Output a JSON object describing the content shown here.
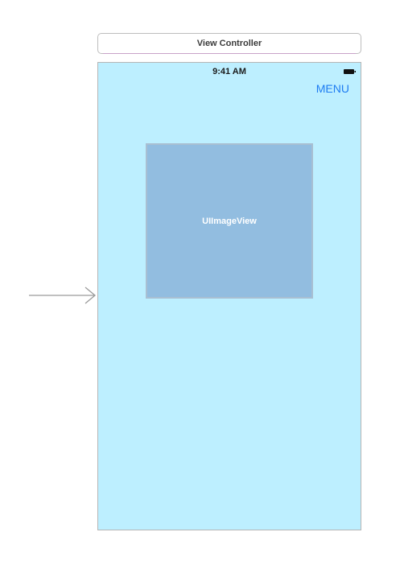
{
  "scene": {
    "title": "View Controller",
    "status_bar": {
      "time": "9:41 AM",
      "battery_icon": "battery-full-icon"
    },
    "nav": {
      "menu_label": "MENU"
    },
    "image_view": {
      "label": "UIImageView"
    },
    "entry_point_icon": "arrow-right-icon"
  },
  "colors": {
    "scene_background": "#bdefff",
    "image_view_background": "#92bde0",
    "menu_tint": "#1e7cf2"
  }
}
